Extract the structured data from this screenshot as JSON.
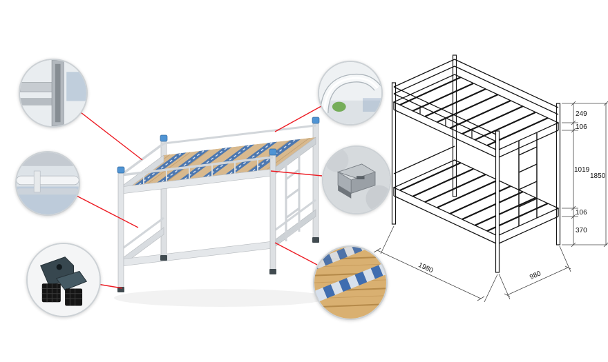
{
  "dimensions": {
    "guard_rail_height": "249",
    "upper_frame_thickness": "106",
    "between_bunks": "1019",
    "overall_height": "1850",
    "lower_frame_thickness": "106",
    "under_bed_clearance": "370",
    "overall_length": "1980",
    "overall_width": "980"
  },
  "callouts": [
    {
      "name": "frame-corner-joint-detail"
    },
    {
      "name": "guard-rail-weld-detail"
    },
    {
      "name": "plastic-foot-pad-detail"
    },
    {
      "name": "bent-tube-rail-detail"
    },
    {
      "name": "steel-connector-bracket-detail"
    },
    {
      "name": "wooden-slat-strap-detail"
    }
  ],
  "colors": {
    "callout_line_red": "#ed1c24",
    "post_cap_blue": "#4f94d4",
    "wood_tan": "#d8b98e",
    "strap_blue": "#3f72b4",
    "frame_gray": "#e3e6e9",
    "diagram_line": "#1a1a1a"
  }
}
